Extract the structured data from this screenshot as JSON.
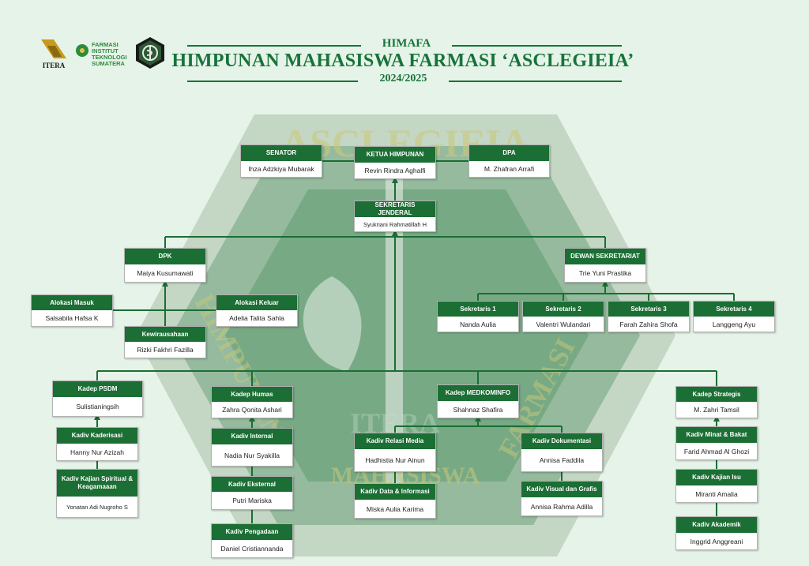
{
  "header": {
    "logos": {
      "itera": "ITERA",
      "farmasi": [
        "FARMASI",
        "INSTITUT",
        "TEKNOLOGI",
        "SUMATERA"
      ]
    },
    "subtitle": "HIMAFA",
    "title": "HIMPUNAN MAHASISWA FARMASI ‘ASCLEGIEIA’",
    "period": "2024/2025"
  },
  "watermark": {
    "top": "ASCLEGIEIA",
    "left": "HIMPUNAN",
    "right": "FARMASI",
    "bottom": "MAHASISWA",
    "center": "ITERA"
  },
  "colors": {
    "primary": "#1b6e34",
    "background": "#e6f3e8",
    "line": "#1b6e34"
  },
  "nodes": {
    "senator": {
      "title": "SENATOR",
      "name": "Ihza Adzkiya Mubarak"
    },
    "ketua": {
      "title": "KETUA HIMPUNAN",
      "name": "Revin Rindra Aghalfi"
    },
    "dpa": {
      "title": "DPA",
      "name": "M. Zhafran Arrafi"
    },
    "sekjen": {
      "title": "SEKRETARIS JENDERAL",
      "name": "Syukriani Rahmatillah H"
    },
    "dpk": {
      "title": "DPK",
      "name": "Maiya Kusumawati"
    },
    "alokasi_masuk": {
      "title": "Alokasi Masuk",
      "name": "Salsabila Hafsa K"
    },
    "alokasi_keluar": {
      "title": "Alokasi Keluar",
      "name": "Adelia Talita Sahla"
    },
    "kewirausahaan": {
      "title": "Kewirausahaan",
      "name": "Rizki Fakhri Fazilla"
    },
    "dewan_sekretariat": {
      "title": "DEWAN SEKRETARIAT",
      "name": "Trie Yuni Prastika"
    },
    "sekretaris1": {
      "title": "Sekretaris 1",
      "name": "Nanda Aulia"
    },
    "sekretaris2": {
      "title": "Sekretaris 2",
      "name": "Valentri Wulandari"
    },
    "sekretaris3": {
      "title": "Sekretaris 3",
      "name": "Farah Zahira Shofa"
    },
    "sekretaris4": {
      "title": "Sekretaris 4",
      "name": "Langgeng Ayu"
    },
    "kadep_psdm": {
      "title": "Kadep PSDM",
      "name": "Sulistianingsih"
    },
    "kadiv_kaderisasi": {
      "title": "Kadiv Kaderisasi",
      "name": "Hanny Nur Azizah"
    },
    "kadiv_kajian_spiritual": {
      "title": "Kadiv Kajian Spiritual & Keagamaaan",
      "name": "Yonatan Adi Nugroho S"
    },
    "kadep_humas": {
      "title": "Kadep Humas",
      "name": "Zahra Qonita Ashari"
    },
    "kadiv_internal": {
      "title": "Kadiv Internal",
      "name": "Nadia Nur Syakilla"
    },
    "kadiv_eksternal": {
      "title": "Kadiv Eksternal",
      "name": "Putri Mariska"
    },
    "kadiv_pengadaan": {
      "title": "Kadiv Pengadaan",
      "name": "Daniel Cristiannanda"
    },
    "kadep_medkominfo": {
      "title": "Kadep MEDKOMINFO",
      "name": "Shahnaz Shafira"
    },
    "kadiv_relasi_media": {
      "title": "Kadiv Relasi Media",
      "name": "Hadhistia Nur Ainun"
    },
    "kadiv_data_informasi": {
      "title": "Kadiv Data & Informasi",
      "name": "Miska Aulia Karima"
    },
    "kadiv_dokumentasi": {
      "title": "Kadiv Dokumentasi",
      "name": "Annisa Faddila"
    },
    "kadiv_visual_grafis": {
      "title": "Kadiv Visual dan Grafis",
      "name": "Annisa Rahma Adilla"
    },
    "kadep_strategis": {
      "title": "Kadep Strategis",
      "name": "M. Zahri Tamsil"
    },
    "kadiv_minat_bakat": {
      "title": "Kadiv Minat & Bakat",
      "name": "Farid Ahmad Al Ghozi"
    },
    "kadiv_kajian_isu": {
      "title": "Kadiv Kajian Isu",
      "name": "Miranti Amalia"
    },
    "kadiv_akademik": {
      "title": "Kadiv Akademik",
      "name": "Inggrid Anggreani"
    }
  }
}
